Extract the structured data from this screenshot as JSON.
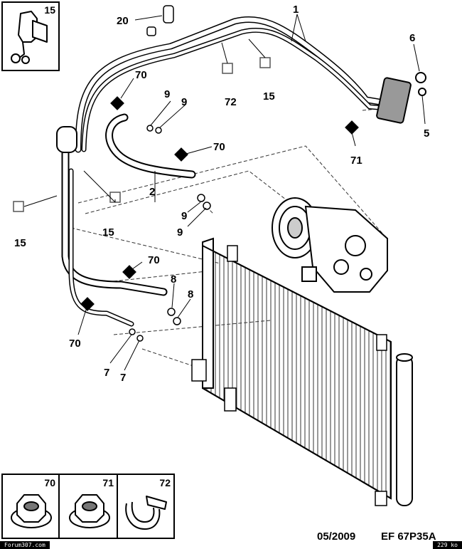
{
  "callouts": {
    "c1": "1",
    "c2": "2",
    "c5": "5",
    "c6": "6",
    "c7a": "7",
    "c7b": "7",
    "c8a": "8",
    "c8b": "8",
    "c9a": "9",
    "c9b": "9",
    "c9c": "9",
    "c9d": "9",
    "c15a": "15",
    "c15b": "15",
    "c15c": "15",
    "c20": "20",
    "c70a": "70",
    "c70b": "70",
    "c70c": "70",
    "c70d": "70",
    "c71": "71",
    "c72": "72"
  },
  "insets": {
    "top_left": "15",
    "bottom_70": "70",
    "bottom_71": "71",
    "bottom_72": "72"
  },
  "footer": {
    "date": "05/2009",
    "ref": "EF 67P35A",
    "site": "Forum307.com",
    "size": "229 ko"
  }
}
